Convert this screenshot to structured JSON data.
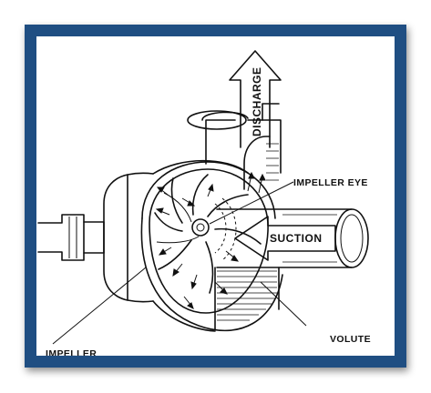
{
  "labels": {
    "discharge": "DISCHARGE",
    "impeller_eye": "IMPELLER EYE",
    "suction": "SUCTION",
    "impeller": "IMPELLER",
    "volute": "VOLUTE"
  },
  "colors": {
    "frame": "#1f4e82",
    "background": "#ffffff",
    "ink": "#111111"
  }
}
